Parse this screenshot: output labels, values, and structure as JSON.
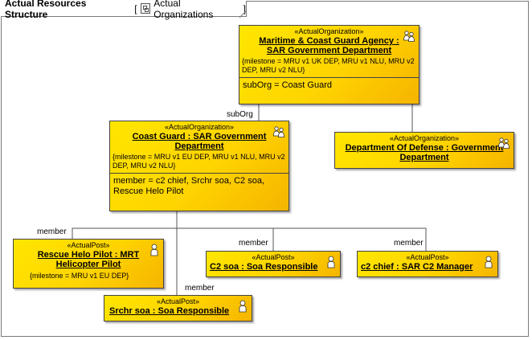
{
  "diagram": {
    "title": "Actual Resources Structure",
    "type_icon": "actual-organizations-diagram-icon",
    "type_name": "Actual Organizations",
    "bracket_open": "[",
    "bracket_close": "]"
  },
  "nodes": {
    "maritime": {
      "stereotype": "«ActualOrganization»",
      "name": "Maritime & Coast Guard Agency : SAR Government Department",
      "tagged": "{milestone = MRU v1 UK  DEP, MRU v1 NLU, MRU v2 DEP, MRU v2 NLU}",
      "slot": "subOrg = Coast Guard",
      "icon": "organization-icon"
    },
    "coast_guard": {
      "stereotype": "«ActualOrganization»",
      "name": "Coast Guard : SAR Government Department",
      "tagged": "{milestone = MRU v1 EU DEP, MRU v1 NLU, MRU v2 DEP, MRU v2 NLU}",
      "slot": "member = c2 chief, Srchr soa, C2 soa, Rescue Helo Pilot",
      "icon": "organization-icon"
    },
    "defense": {
      "stereotype": "«ActualOrganization»",
      "name": "Department Of Defense : Government Department",
      "icon": "organization-icon"
    },
    "rescue_pilot": {
      "stereotype": "«ActualPost»",
      "name": "Rescue Helo Pilot : MRT Helicopter Pilot",
      "tagged": "{milestone = MRU v1 EU DEP}",
      "icon": "person-icon"
    },
    "c2_soa": {
      "stereotype": "«ActualPost»",
      "name": "C2 soa : Soa Responsible",
      "icon": "person-icon"
    },
    "c2_chief": {
      "stereotype": "«ActualPost»",
      "name": "c2 chief : SAR C2 Manager",
      "icon": "person-icon"
    },
    "srchr_soa": {
      "stereotype": "«ActualPost»",
      "name": "Srchr soa : Soa Responsible",
      "icon": "person-icon"
    }
  },
  "roles": {
    "sub_org": "subOrg",
    "member_rescue": "member",
    "member_c2soa": "member",
    "member_c2chief": "member",
    "member_srchr": "member"
  },
  "colors": {
    "fill_light": "#ffe600",
    "fill_dark": "#f5b400",
    "border": "#444444",
    "frame": "#7a7a7a"
  }
}
